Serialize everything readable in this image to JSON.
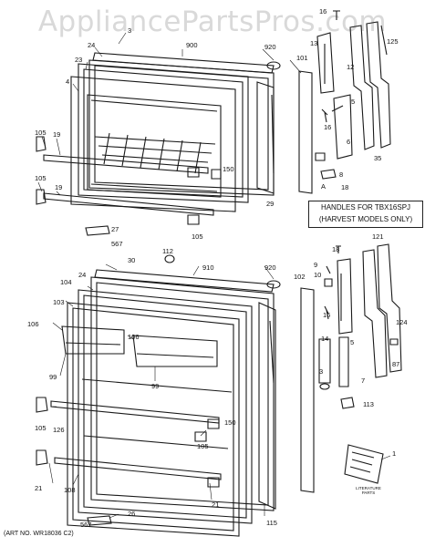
{
  "watermark": "AppliancePartsPros.com",
  "note": {
    "line1": "HANDLES FOR TBX16SPJ",
    "line2": "(HARVEST MODELS ONLY)"
  },
  "art_number": "(ART NO. WR18036 C2)",
  "literature_caption": {
    "line1": "LITERATURE",
    "line2": "PARTS"
  },
  "callouts": {
    "upper": [
      "16",
      "3",
      "900",
      "920",
      "101",
      "13",
      "12",
      "125",
      "24",
      "23",
      "4",
      "5",
      "16",
      "6",
      "35",
      "105",
      "19",
      "150",
      "105",
      "19",
      "29",
      "8",
      "A",
      "18",
      "105",
      "27",
      "567",
      "112"
    ],
    "lower": [
      "30",
      "910",
      "920",
      "24",
      "104",
      "18",
      "121",
      "103",
      "9",
      "10",
      "102",
      "106",
      "106",
      "16",
      "99",
      "99",
      "5",
      "124",
      "14",
      "3",
      "7",
      "87",
      "113",
      "105",
      "126",
      "150",
      "105",
      "21",
      "108",
      "21",
      "115",
      "1",
      "26",
      "567"
    ]
  }
}
